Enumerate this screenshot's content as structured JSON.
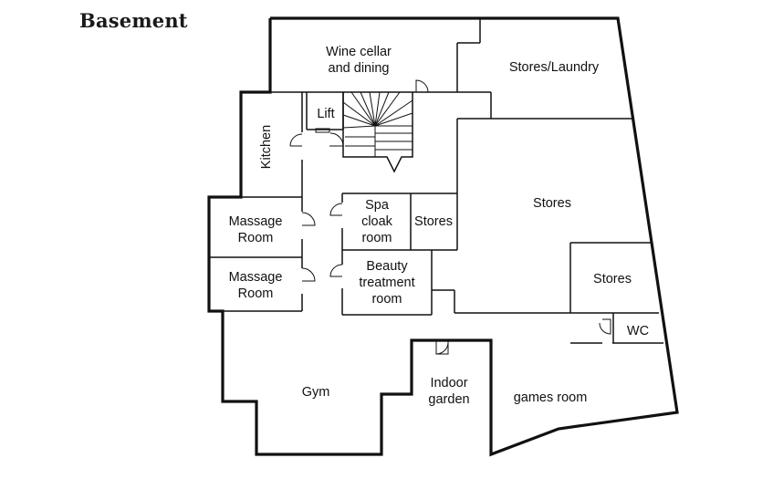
{
  "plan": {
    "title": "Basement",
    "rooms": {
      "wine_cellar": [
        "Wine cellar",
        "and dining"
      ],
      "stores_laundry": "Stores/Laundry",
      "lift": "Lift",
      "kitchen": "Kitchen",
      "stores_large": "Stores",
      "massage_1": [
        "Massage",
        "Room"
      ],
      "massage_2": [
        "Massage",
        "Room"
      ],
      "spa_cloak": [
        "Spa",
        "cloak",
        "room"
      ],
      "stores_small": "Stores",
      "beauty": [
        "Beauty",
        "treatment",
        "room"
      ],
      "stores_right": "Stores",
      "wc": "WC",
      "gym": "Gym",
      "indoor_garden": [
        "Indoor",
        "garden"
      ],
      "games_room": "games room"
    }
  }
}
